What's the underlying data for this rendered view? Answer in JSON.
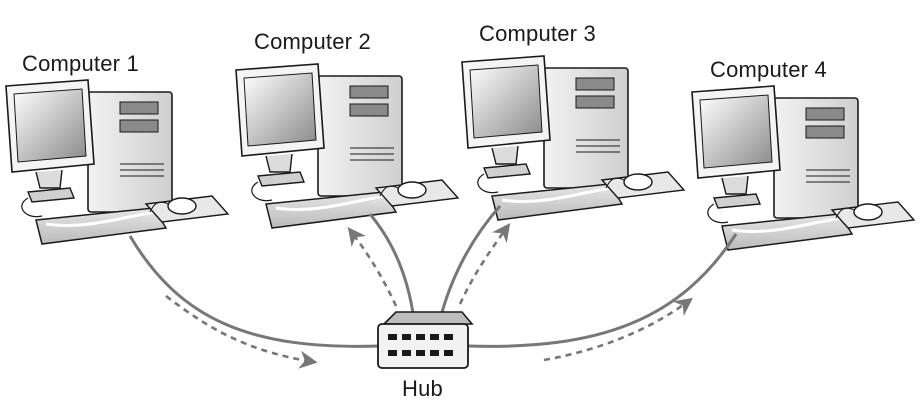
{
  "computers": [
    {
      "label": "Computer 1"
    },
    {
      "label": "Computer 2"
    },
    {
      "label": "Computer 3"
    },
    {
      "label": "Computer 4"
    }
  ],
  "hub": {
    "label": "Hub"
  },
  "colors": {
    "line": "#777777",
    "outline": "#1a1a1a",
    "screen_dark": "#8a8a8a",
    "screen_light": "#ffffff",
    "case": "#dedede",
    "shadow": "#9a9a9a"
  }
}
